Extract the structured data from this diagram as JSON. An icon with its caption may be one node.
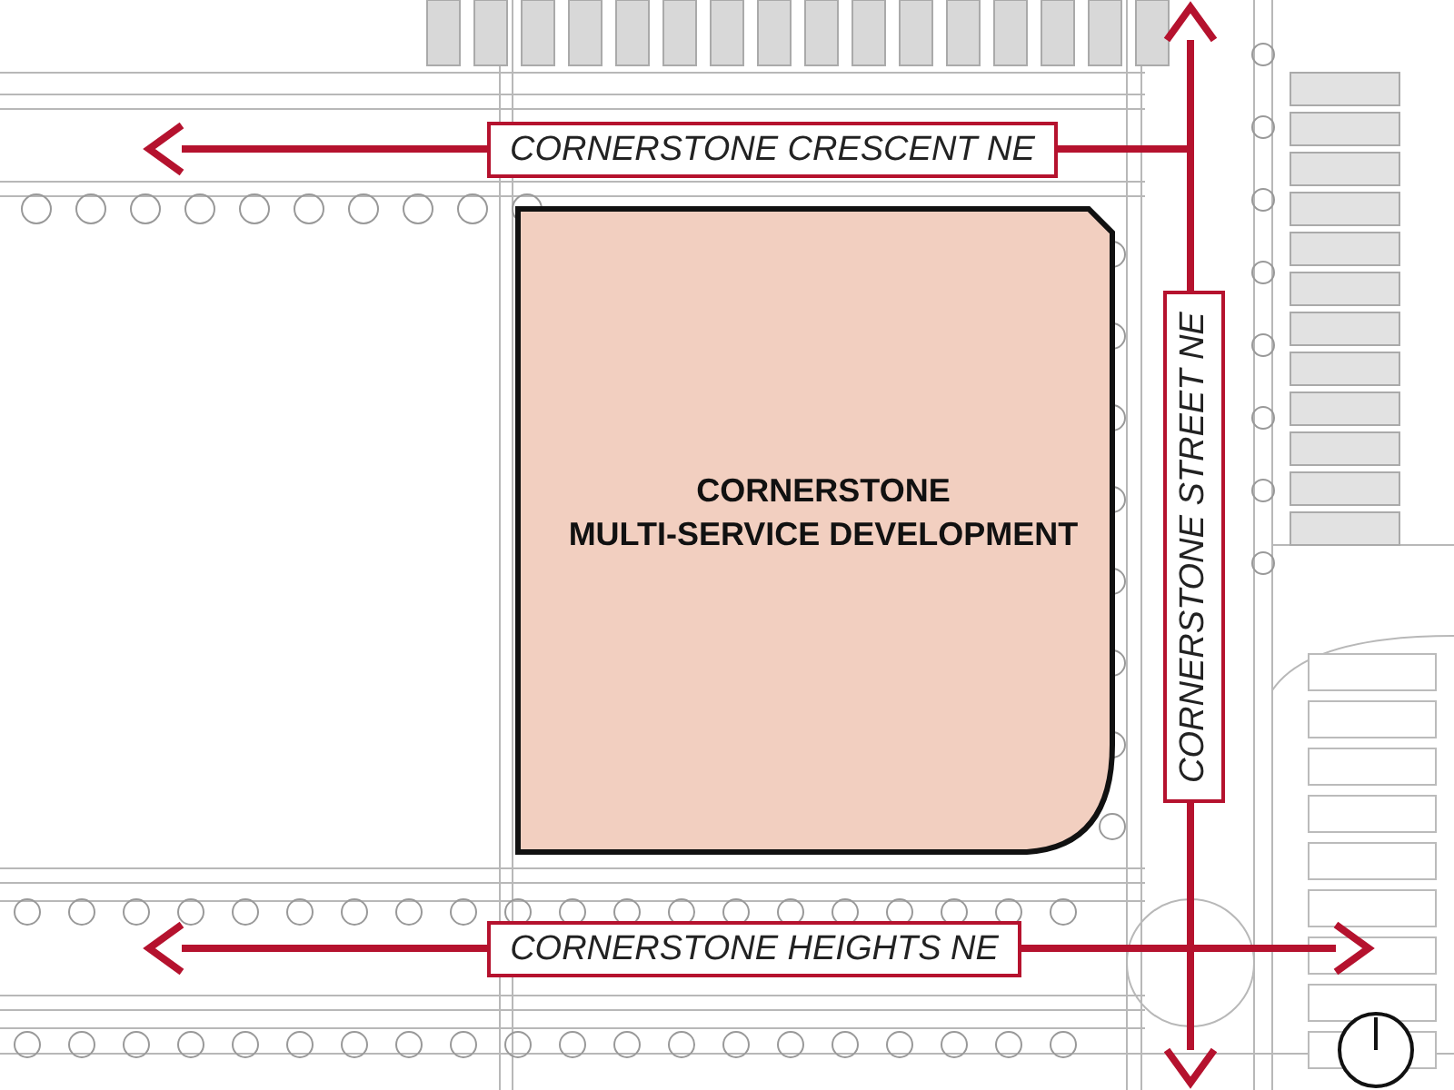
{
  "diagram": {
    "nodes": [
      {
        "text": [
          "CORNERSTONE CRESCENT NE"
        ]
      },
      {
        "text": [
          "CORNERSTONE MULTI-SERVICE DEVELOPMENT"
        ]
      },
      {
        "text": [
          "CORNERSTONE STREET NE"
        ]
      },
      {
        "text": [
          "CORNERSTONE HEIGHTS NE"
        ]
      }
    ]
  }
}
